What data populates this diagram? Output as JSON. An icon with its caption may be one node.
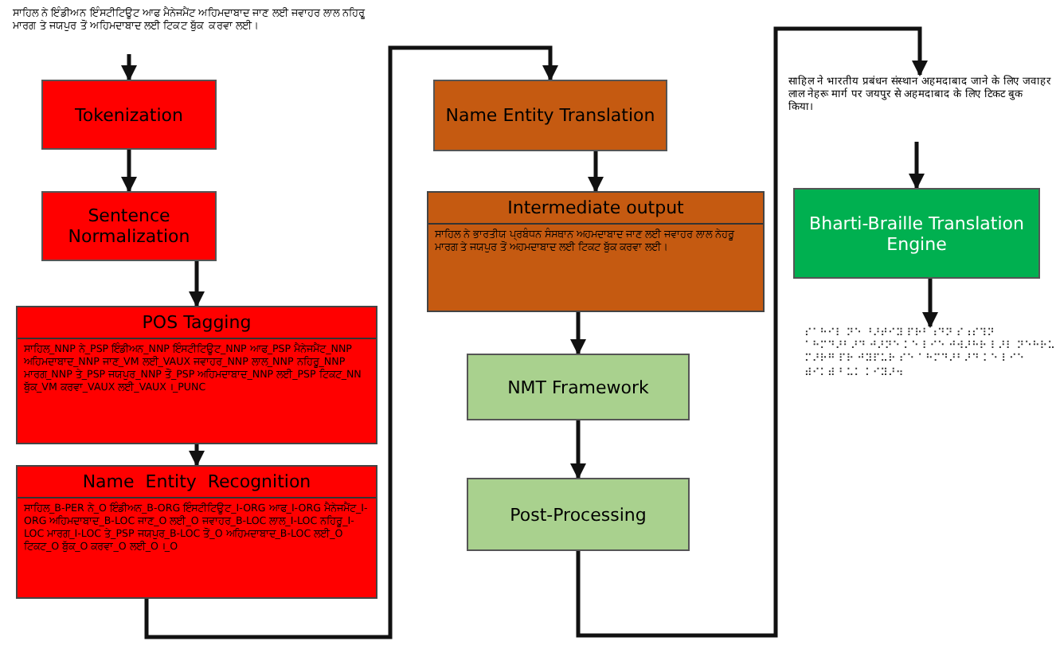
{
  "diagram": {
    "nodes": [
      {
        "text": [
          "ਸਾਹਿਲ ਨੇ ਇੰਡੀਅਨ ਇੰਸਟੀਟਿਊਟ ਆਫ ਮੈਨੇਜਮੈਂਟ ਅਹਿਮਦਾਬਾਦ ਜਾਣ ਲਈ ਜਵਾਹਰ ਲਾਲ ਨਹਿਰੂ ਮਾਰਗ ਤੇ ਜਯਪੁਰ ਤੋਂ ਅਹਿਮਦਾਬਾਦ ਲਈ ਟਿਕਟ ਬੁੱਕ ਕਰਵਾ ਲਈ।"
        ]
      },
      {
        "text": [
          "Tokenization"
        ]
      },
      {
        "text": [
          "Sentence Normalization"
        ]
      },
      {
        "text": [
          "POS Tagging",
          "ਸਾਹਿਲ_NNP ਨੇ_PSP ਇੰਡੀਅਨ_NNP ਇੰਸਟੀਟਿਊਟ_NNP ਆਫ_PSP ਮੈਨੇਜਮੈਂਟ_NNP ਅਹਿਮਦਾਬਾਦ_NNP ਜਾਣ_VM ਲਈ_VAUX ਜਵਾਹਰ_NNP ਲਾਲ_NNP ਨਹਿਰੂ_NNP ਮਾਰਗ_NNP ਤੇ_PSP ਜਯਪੁਰ_NNP ਤੋਂ_PSP ਅਹਿਮਦਾਬਾਦ_NNP ਲਈ_PSP ਟਿਕਟ_NN ਬੁੱਕ_VM ਕਰਵਾ_VAUX ਲਈ_VAUX ।_PUNC"
        ]
      },
      {
        "text": [
          "Name  Entity  Recognition",
          "ਸਾਹਿਲ_B-PER ਨੇ_O ਇੰਡੀਅਨ_B-ORG ਇੰਸਟੀਟਿਊਟ_I-ORG ਆਫ_I-ORG ਮੈਨੇਜਮੈਂਟ_I-ORG ਅਹਿਮਦਾਬਾਦ_B-LOC ਜਾਣ_O ਲਈ_O ਜਵਾਹਰ_B-LOC ਲਾਲ_I-LOC ਨਹਿਰੂ_I-LOC ਮਾਰਗ_I-LOC ਤੇ_PSP ਜਯਪੁਰ_B-LOC ਤੋਂ_O ਅਹਿਮਦਾਬਾਦ_B-LOC ਲਈ_O ਟਿਕਟ_O ਬੁੱਕ_O ਕਰਵਾ_O ਲਈ_O ।_O"
        ]
      },
      {
        "text": [
          "Name Entity Translation"
        ]
      },
      {
        "text": [
          "Intermediate output",
          "ਸਾਹਿਲ ਨੇ ਭਾਰਤੀਯ ਪ੍ਰਬੰਧਨ ਸੰਸਥਾਨ ਅਹਮਦਾਬਾਦ ਜਾਣ ਲਈ ਜਵਾਹਰ ਲਾਲ ਨੇਹਰੂ ਮਾਰਗ ਤੇ ਜਯਪੁਰ ਤੋਂ ਅਹਮਦਾਬਾਦ ਲਈ ਟਿਕਟ ਬੁੱਕ ਕਰਵਾ ਲਈ।"
        ]
      },
      {
        "text": [
          "NMT Framework"
        ]
      },
      {
        "text": [
          "Post-Processing"
        ]
      },
      {
        "text": [
          "साहिल ने भारतीय प्रबंधन संस्थान अहमदाबाद जाने के लिए जवाहर लाल नेहरू मार्ग पर जयपुर से अहमदाबाद के लिए टिकट बुक किया।"
        ]
      },
      {
        "text": [
          "Bharti-Braille Translation Engine"
        ]
      },
      {
        "text": [
          "⠎⠁⠓⠊⠇ ⠝⠑ ⠘⠜⠞⠊⠽ ⠏⠗⠃⠰⠙⠝ ⠎⠰⠎⠹⠝ ⠁⠓⠍⠙⠜⠃⠜⠙ ⠚⠜⠝⠑ ⠅⠑ ⠇⠊⠑ ⠚⠺⠜⠓⠗ ⠇⠜⠇ ⠝⠑⠓⠗⠥ ⠍⠜⠗⠛ ⠏⠗ ⠚⠽⠏⠥⠗ ⠎⠑ ⠁⠓⠍⠙⠜⠃⠜⠙ ⠅⠑ ⠇⠊⠑ ⠾⠊⠅⠾ ⠃⠥⠅ ⠅⠊⠽⠜⠲"
        ]
      }
    ],
    "edges": [
      {
        "from": 0,
        "to": 1,
        "arrow": "to"
      },
      {
        "from": 1,
        "to": 2,
        "arrow": "to"
      },
      {
        "from": 2,
        "to": 3,
        "arrow": "to"
      },
      {
        "from": 3,
        "to": 4,
        "arrow": "to"
      },
      {
        "from": 4,
        "to": 5,
        "arrow": "to"
      },
      {
        "from": 5,
        "to": 6,
        "arrow": "to"
      },
      {
        "from": 6,
        "to": 7,
        "arrow": "to"
      },
      {
        "from": 7,
        "to": 8,
        "arrow": "to"
      },
      {
        "from": 8,
        "to": 9,
        "arrow": "to"
      },
      {
        "from": 9,
        "to": 10,
        "arrow": "to"
      },
      {
        "from": 10,
        "to": 11,
        "arrow": "to"
      }
    ]
  }
}
